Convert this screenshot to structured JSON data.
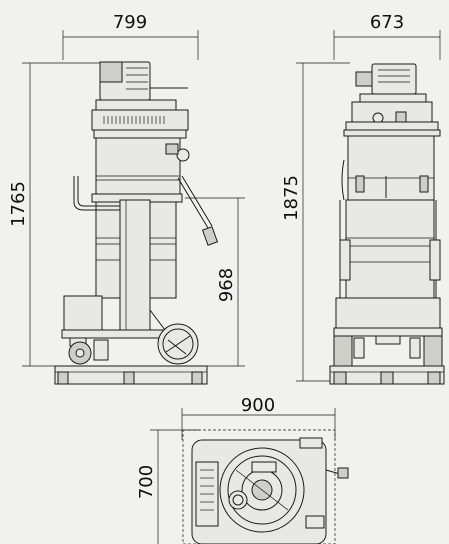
{
  "dimensions": {
    "side_width": "799",
    "front_width": "673",
    "side_height": "1765",
    "front_height": "1875",
    "inlet_height": "968",
    "top_width": "900",
    "top_depth": "700"
  },
  "colors": {
    "background": "#f1f1ee",
    "line": "#1a1a1a"
  }
}
